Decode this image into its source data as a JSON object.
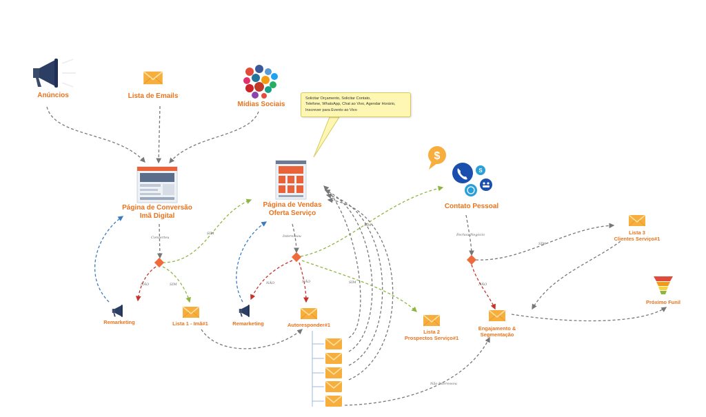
{
  "nodes": {
    "anuncios": "Anúncios",
    "lista_emails": "Lista de Emails",
    "midias_sociais": "Mídias Sociais",
    "pagina_conversao": [
      "Página de Conversão",
      "Imã Digital"
    ],
    "pagina_vendas": [
      "Página de Vendas",
      "Oferta Serviço"
    ],
    "contato_pessoal": "Contato Pessoal",
    "remarketing_1": "Remarketing",
    "lista_1": "Lista 1 - Imã#1",
    "remarketing_2": "Remarketing",
    "autoresponder": "Autoresponder#1",
    "lista_2": [
      "Lista 2",
      "Prospectos Serviço#1"
    ],
    "lista_3": [
      "Lista 3",
      "Clientes Serviço#1"
    ],
    "engajamento": [
      "Engajamento &",
      "Segmentação"
    ],
    "proximo_funil": "Próximo Funil"
  },
  "callout": [
    "Solicitar Orçamento, Solicitar Contato,",
    "Telefone, WhatsApp, Chat ao Vivo, Agendar Horário,",
    "Inscrever para Evento ao Vivo"
  ],
  "edge_labels": {
    "converteu": "Converteu",
    "sim_1a": "SIM",
    "nao_1": "NÃO",
    "sim_1b": "SIM",
    "interessou": "Interessou",
    "nao_2a": "NÃO",
    "nao_2b": "NÃO",
    "sim_2": "SIM",
    "sim_2b": "SIM",
    "fechou_negocio": "Fechou Negócio",
    "sim_3": "SIM",
    "nao_3": "NÃO",
    "nao_interessou": "Não Interessou"
  },
  "icons": {
    "megaphone": "megaphone-icon",
    "envelope": "envelope-icon",
    "social": "social-media-cluster-icon",
    "webpage": "webpage-icon",
    "dollar": "dollar-bubble-icon",
    "phone": "phone-icon",
    "funnel": "funnel-icon"
  },
  "colors": {
    "label_orange": "#e8731d",
    "envelope": "#f7ae3c",
    "decision": "#ee6c3c",
    "edge_gray": "#777777",
    "edge_green": "#8db540",
    "edge_red": "#c9302c",
    "edge_blue": "#3b7bbf",
    "callout_bg": "#fdf7b3"
  }
}
